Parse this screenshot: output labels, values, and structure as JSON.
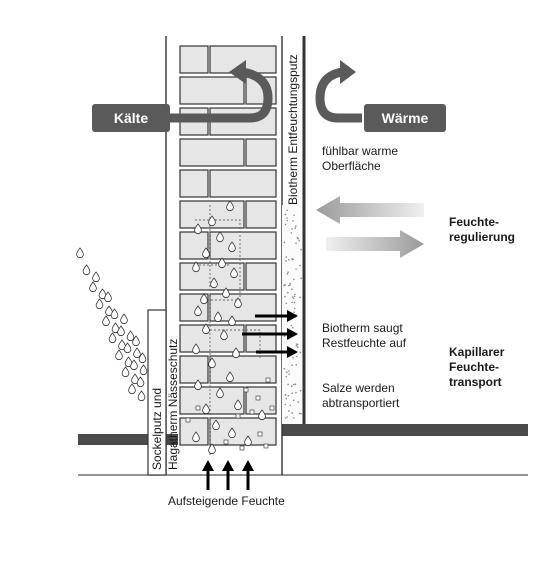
{
  "labels": {
    "cold": "Kälte",
    "warm": "Wärme",
    "surface": [
      "fühlbar warme",
      "Oberfläche"
    ],
    "moisture_regulation": [
      "Feuchte-",
      "regulierung"
    ],
    "absorbs": [
      "Biotherm saugt",
      "Restfeuchte auf"
    ],
    "capillary": [
      "Kapillarer",
      "Feuchte-",
      "transport"
    ],
    "salts": [
      "Salze werden",
      "abtransportiert"
    ],
    "rising_damp": "Aufsteigende Feuchte",
    "plaster_vertical": "Biotherm Entfeuchtungsputz",
    "plinth_line1": "Sockelputz und",
    "plinth_line2": "Hagatherm Nässeschutz"
  },
  "colors": {
    "label_bg": "#5a5a5a",
    "brick_fill": "#e6e6e6",
    "outline": "#333333",
    "ground": "#4a4a4a"
  }
}
